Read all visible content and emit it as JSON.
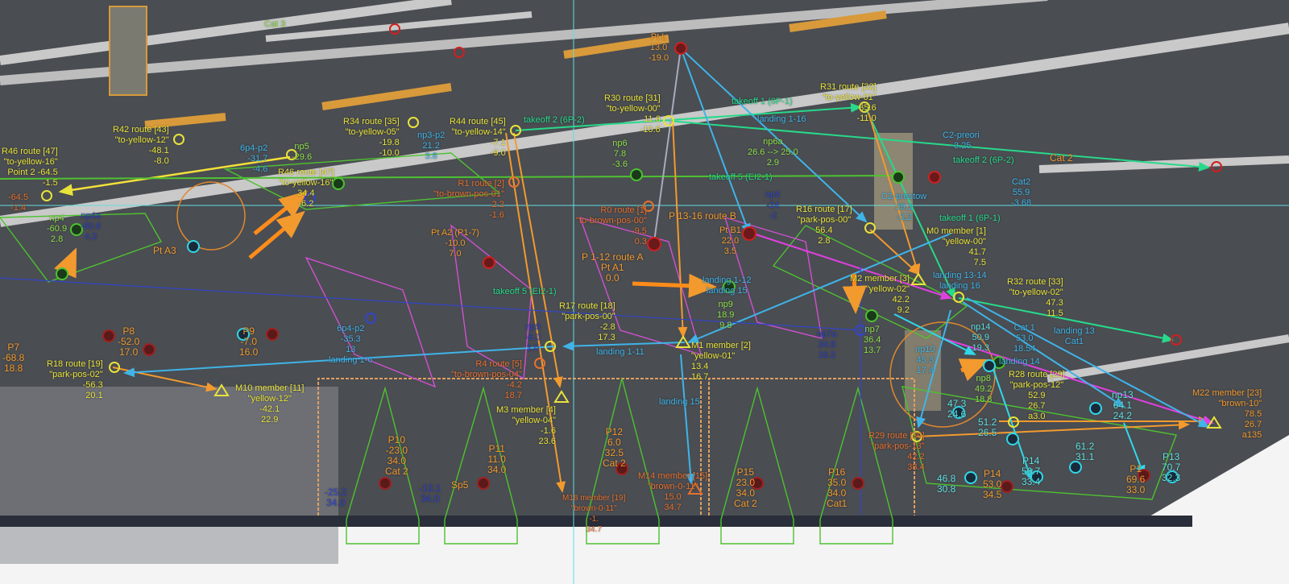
{
  "colors": {
    "deck": "#4a4d52",
    "route": "#e8e23a",
    "point": "#f29a2e",
    "landing": "#3fb4e8",
    "takeoff": "#27d98a",
    "nav": "#8fe04a",
    "move": "#e040e0"
  },
  "labels": [
    "Cat 3",
    "Pt L\n13.0\n-19.0",
    "R42 route [43]\n\"to-yellow-12\"\n-48.1\n-8.0",
    "R46 route [47]\n\"to-yellow-16\"\nPoint 2 -64.5\n-1.5",
    "-64.5\n-1.4",
    "R34 route [35]\n\"to-yellow-05\"\n-19.8\n-10.0",
    "6p4-p2\n-31.7\n-4.6",
    "np5\n-29.6",
    "np3-p2\n21.2\n3.8",
    "R46 route [47]\n\"to-yellow-16\"\n34.4\n-6.2",
    "np4a\n-60.6\n4.3",
    "np4\n-60.9\n2.8",
    "Pt A3",
    "R44 route [45]\n\"to-yellow-14\"\n-7.1\n-9.0",
    "takeoff 2 (6P-2)",
    "R30 route [31]\n\"to-yellow-00\"\n11.6\n-10.6",
    "R31 route [32]\n\"to-yellow-01\"\n35.6\n-11.0",
    "takeoff 1 (6P-1)",
    "landing 1-16",
    "np6\n7.8\n-3.6",
    "np6a\n26.6 --> 25.0\n2.9",
    "takeoff 5 (EI2-1)",
    "R1 route [2]\n\"to-brown-pos-01\"\n2.2\n-1.6",
    "R0 route [1]\n\"to-brown-pos-00\"\n-9.5\n0.3",
    "np5\n-24\n-2",
    "P 13-16 route B",
    "Pt B1\n22.0\n3.5",
    "R16 route [17]\n\"park-pos-00\"\n56.4\n2.8",
    "C2-preori\n-3.25",
    "takeoff 2 (6P-2)",
    "Cat 2",
    "Cat2\n55.9\n-3.68",
    "C2-prestow\n39.1\n-3.2",
    "takeoff 1 (6P-1)",
    "M0 member [1]\n\"yellow-00\"\n41.7\n7.5",
    "landing 13-14\nlanding 16",
    "M2 member [3]\n\"yellow-02\"\n42.2\n9.2",
    "R32 route [33]\n\"to-yellow-02\"\n47.3\n11.5",
    "Pt A2 (P1-7)\n-10.0\n7.0",
    "P 1-12 route A\nPt A1\n0.0",
    "takeoff 5 (EI2-1)",
    "landing 1-12\nlanding 15",
    "np9\n18.9\n9.8",
    "R17 route [18]\n\"park-pos-00\"\n-2.8\n17.3",
    "np9\n-6.0\n1.0",
    "M1 member [2]\n\"yellow-01\"\n13.4\n16.7",
    "landing 1-11",
    "R4 route [5]\n\"to-brown-pos-04\"\n-4.2\n18.7",
    "M3 member [4]\n\"yellow-04\"\n-1.6\n23.6",
    "landing 15",
    "np7a\n34.8\n16.2",
    "np7\n36.4\n13.7",
    "np10\n45.3\n17.4",
    "np14\n50.9\n19.3",
    "np8\n49.2\n18.8",
    "Cat 1\n53.0\n18.54",
    "landing 13\nCat1",
    "landing 14",
    "R28 route [29]\n\"park-pos-12\"\n52.9\n26.7\na3.0",
    "np13\n64.1\n24.2",
    "M22 member [23]\n\"brown-10\"\n78.5\n26.7\na135",
    "47.3\n24.6",
    "51.2\n26.5",
    "R29 route [30]\n\"park-pos-13\"\n42.2\n38.4",
    "61.2\n31.1",
    "P13\n70.7\n32.3",
    "P1\n69.6\n33.0",
    "P14\n56.7\n33.4",
    "P14\n53.0\n34.5",
    "46.8\n30.8",
    "P16\n35.0\n34.0\nCat1",
    "P15\n23.0\n34.0\nCat 2",
    "M14 member [15]\n\"brown-0-11\"\n15.0\n34.7",
    "M18 member [19]\n\"brown-0-11\"\n-1.\n34.7",
    "P12\n6.0\n32.5\nCat 2",
    "P11\n11.0\n34.0",
    "Sp5",
    "-13.1\n34.0",
    "P10\n-23.0\n34.0\nCat 2",
    "-25.2\n34.0",
    "P7\n-68.8\n18.8",
    "R18 route [19]\n\"park-pos-02\"\n-56.3\n20.1",
    "P8\n-52.0\n17.0",
    "P9\n-7.0\n16.0",
    "6p4-p2\n-35.3\n13\nlanding 1-6",
    "M10 member [11]\n\"yellow-12\"\n-42.1\n22.9"
  ]
}
